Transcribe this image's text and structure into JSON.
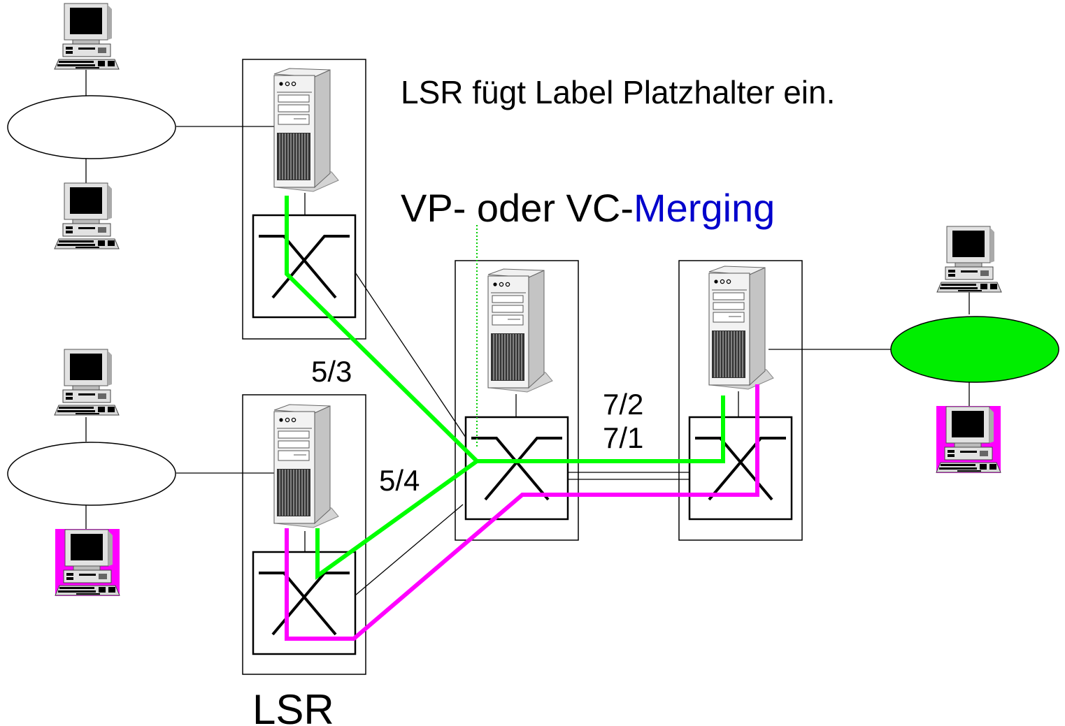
{
  "text": {
    "caption": "LSR fügt Label Platzhalter ein.",
    "heading_prefix": "VP- oder VC-",
    "heading_accent": "Merging",
    "label_5_3": "5/3",
    "label_5_4": "5/4",
    "label_7_2": "7/2",
    "label_7_1": "7/1",
    "lsr_label": "LSR"
  },
  "colors": {
    "path_green": "#00ff00",
    "path_magenta": "#ff00ff",
    "accent_blue": "#0000cc",
    "network_fill_green": "#00ee00",
    "host_highlight": "#ff00ff"
  },
  "icons": {
    "server": "tower-server-icon",
    "switch": "switch-crossbar-icon",
    "host": "desktop-computer-icon",
    "network": "network-cloud-ellipse"
  }
}
